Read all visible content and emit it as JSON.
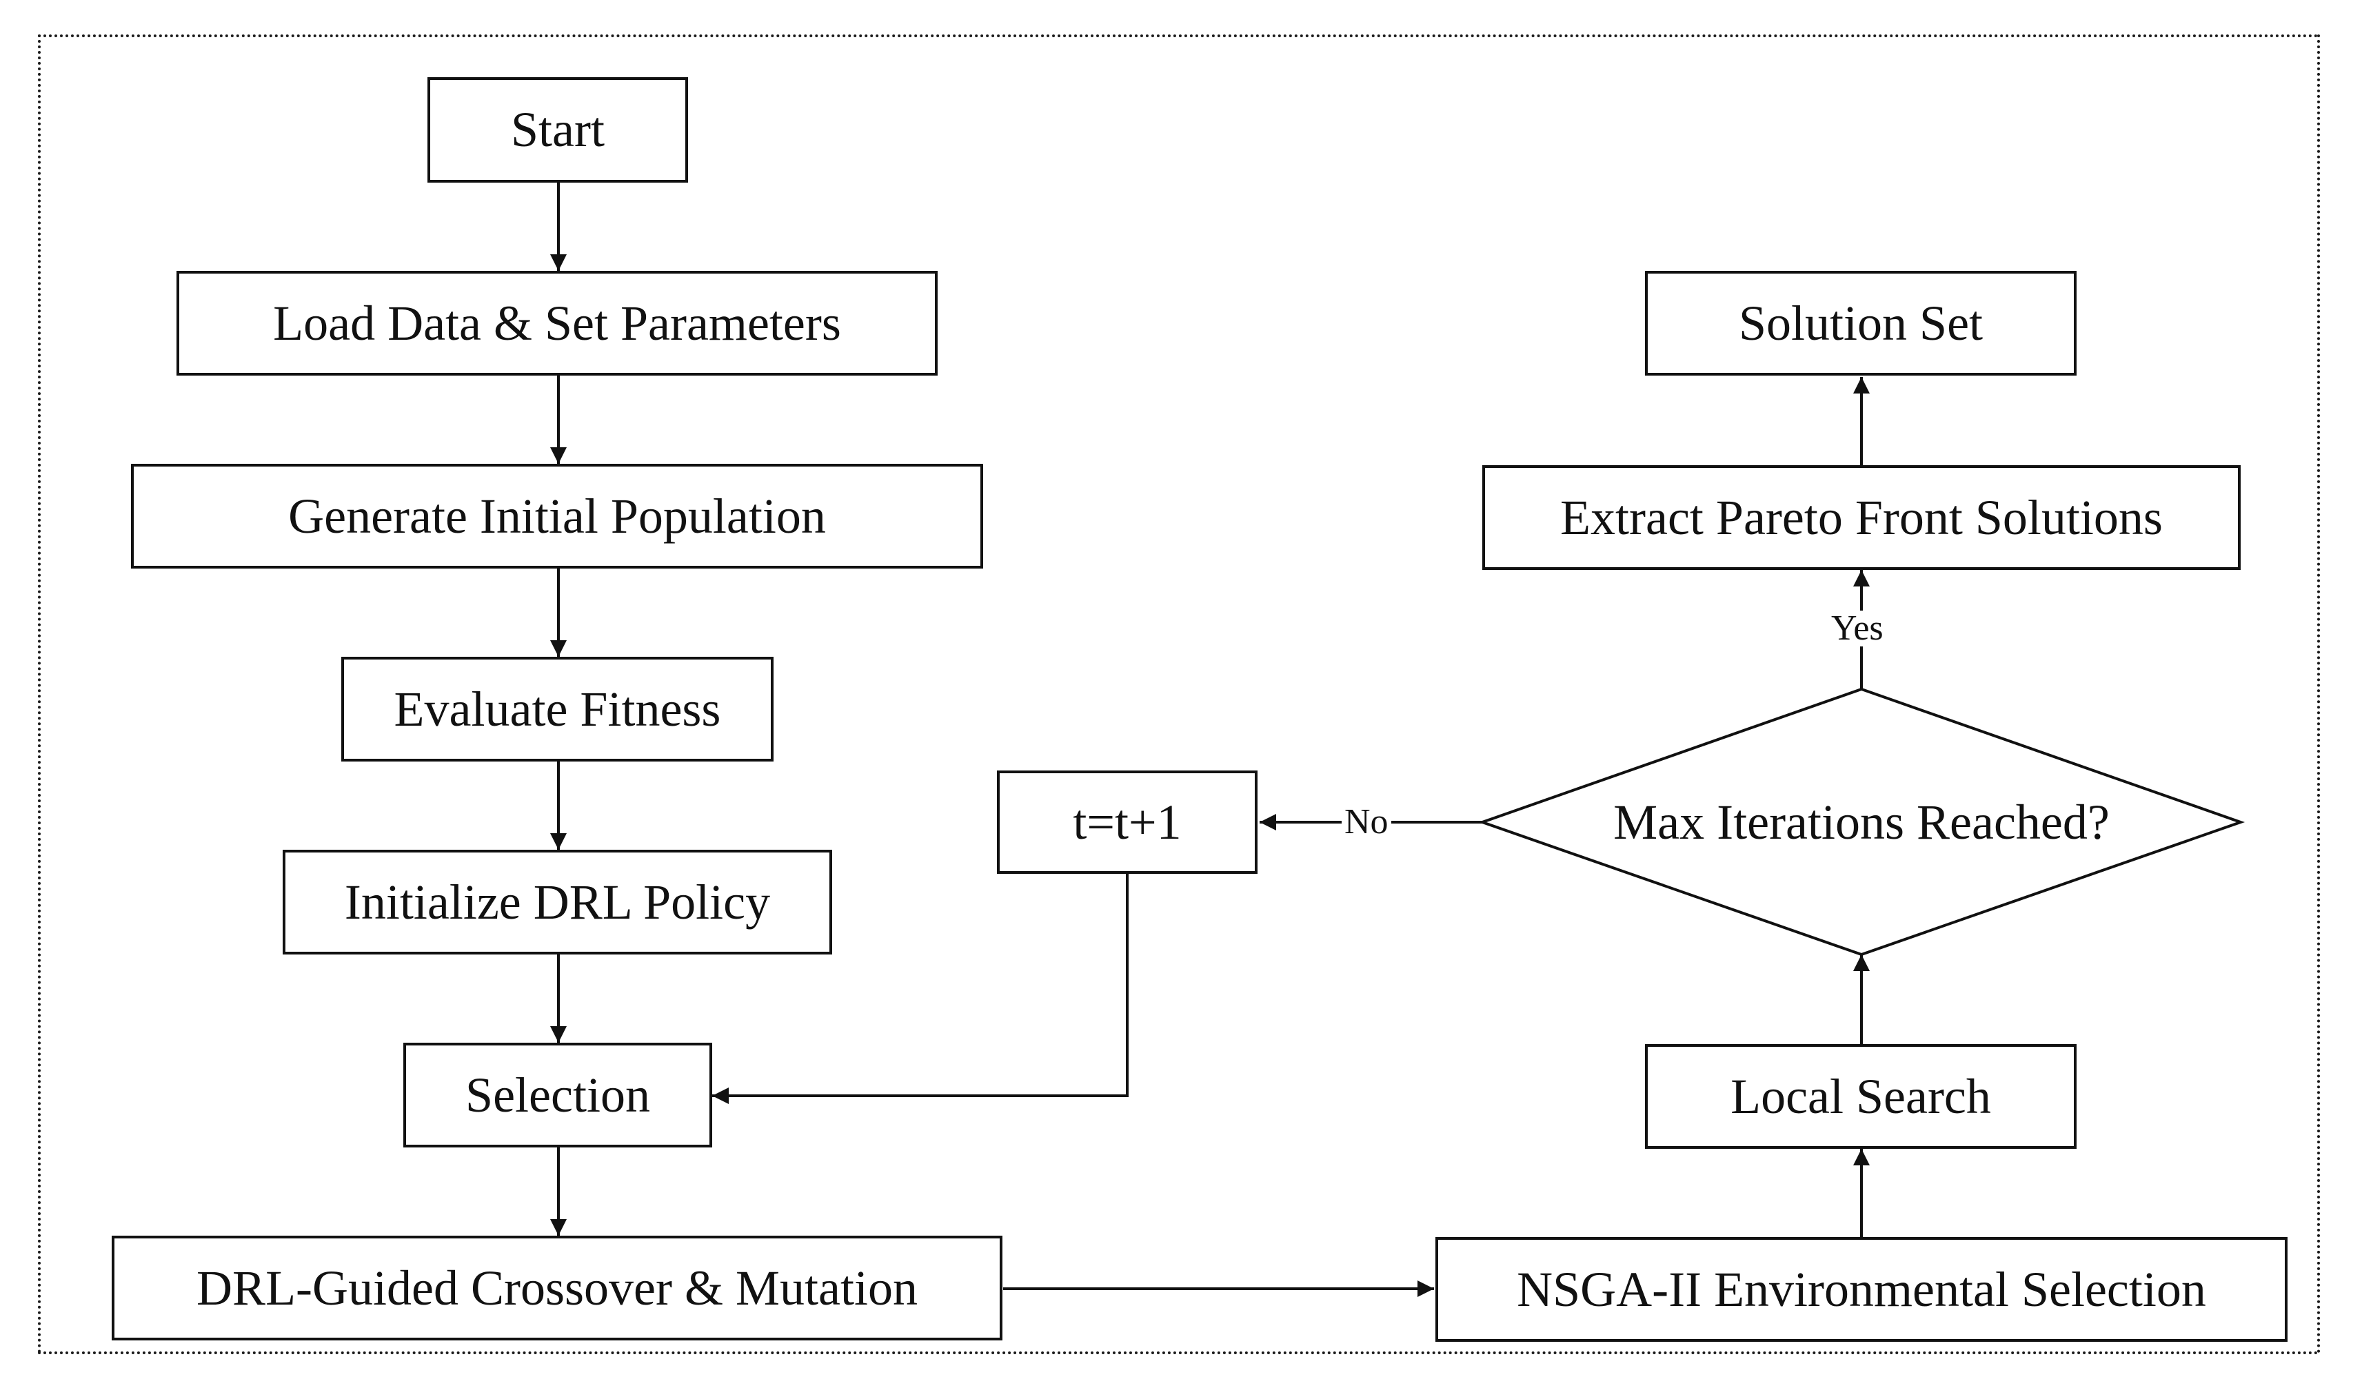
{
  "nodes": {
    "start": "Start",
    "load_data": "Load Data & Set Parameters",
    "generate_population": "Generate Initial Population",
    "evaluate_fitness": "Evaluate Fitness",
    "initialize_drl": "Initialize DRL Policy",
    "selection": "Selection",
    "crossover_mutation": "DRL-Guided Crossover & Mutation",
    "nsga_selection": "NSGA-II Environmental Selection",
    "local_search": "Local Search",
    "max_iterations": "Max Iterations Reached?",
    "extract_pareto": "Extract Pareto Front Solutions",
    "solution_set": "Solution Set",
    "increment": "t=t+1"
  },
  "edge_labels": {
    "yes": "Yes",
    "no": "No"
  },
  "colors": {
    "stroke": "#111111",
    "background": "#ffffff"
  }
}
